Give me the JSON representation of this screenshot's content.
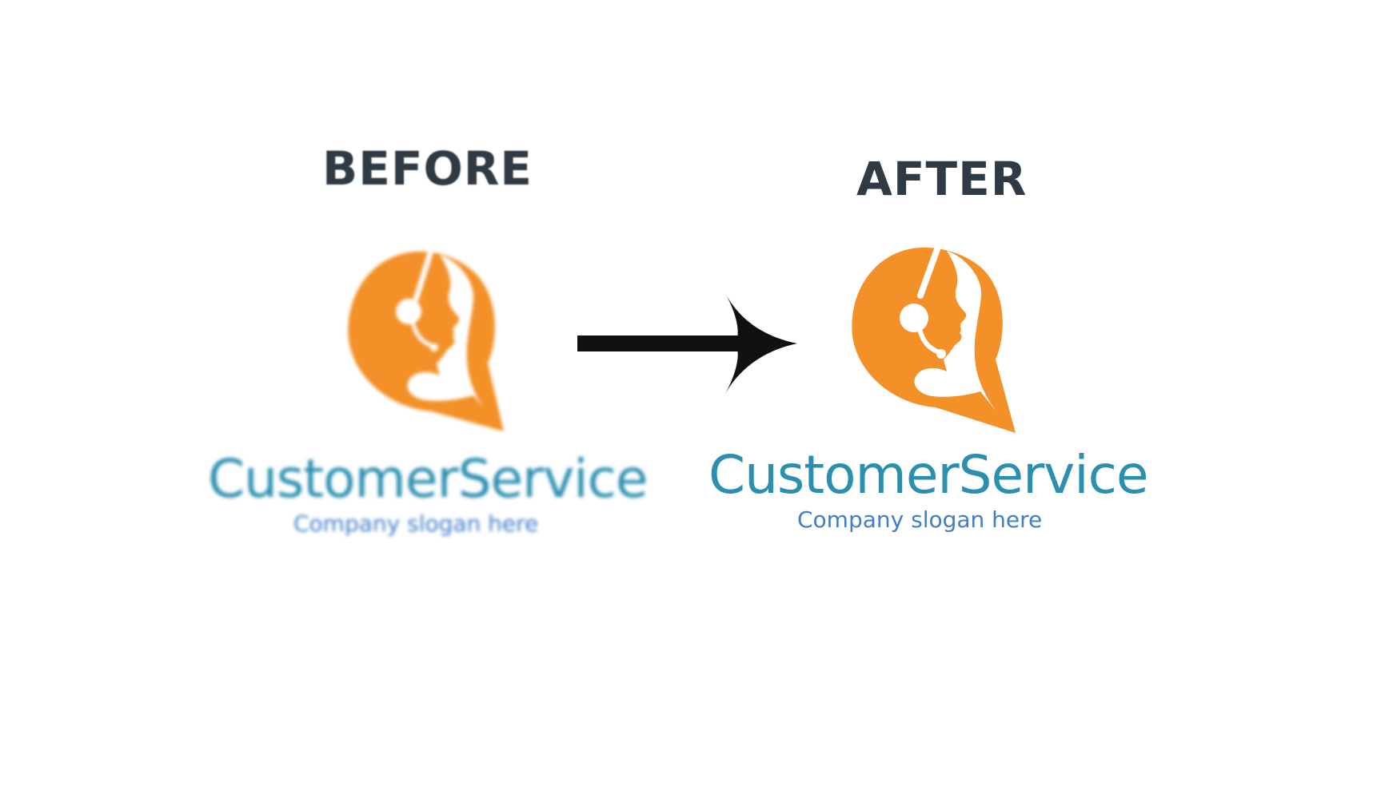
{
  "before": {
    "heading": "BEFORE",
    "brand_name": "CustomerService",
    "slogan": "Company  slogan here"
  },
  "after": {
    "heading": "AFTER",
    "brand_name": "CustomerService",
    "slogan": "Company  slogan here"
  },
  "icons": {
    "logo_mark": "headset-agent-speech-bubble-icon",
    "arrow": "right-arrow-icon"
  },
  "colors": {
    "heading": "#2f3a44",
    "logo_orange": "#f39027",
    "brand_text": "#2b8fb0",
    "slogan_text": "#3f7fc7",
    "arrow": "#111111"
  }
}
